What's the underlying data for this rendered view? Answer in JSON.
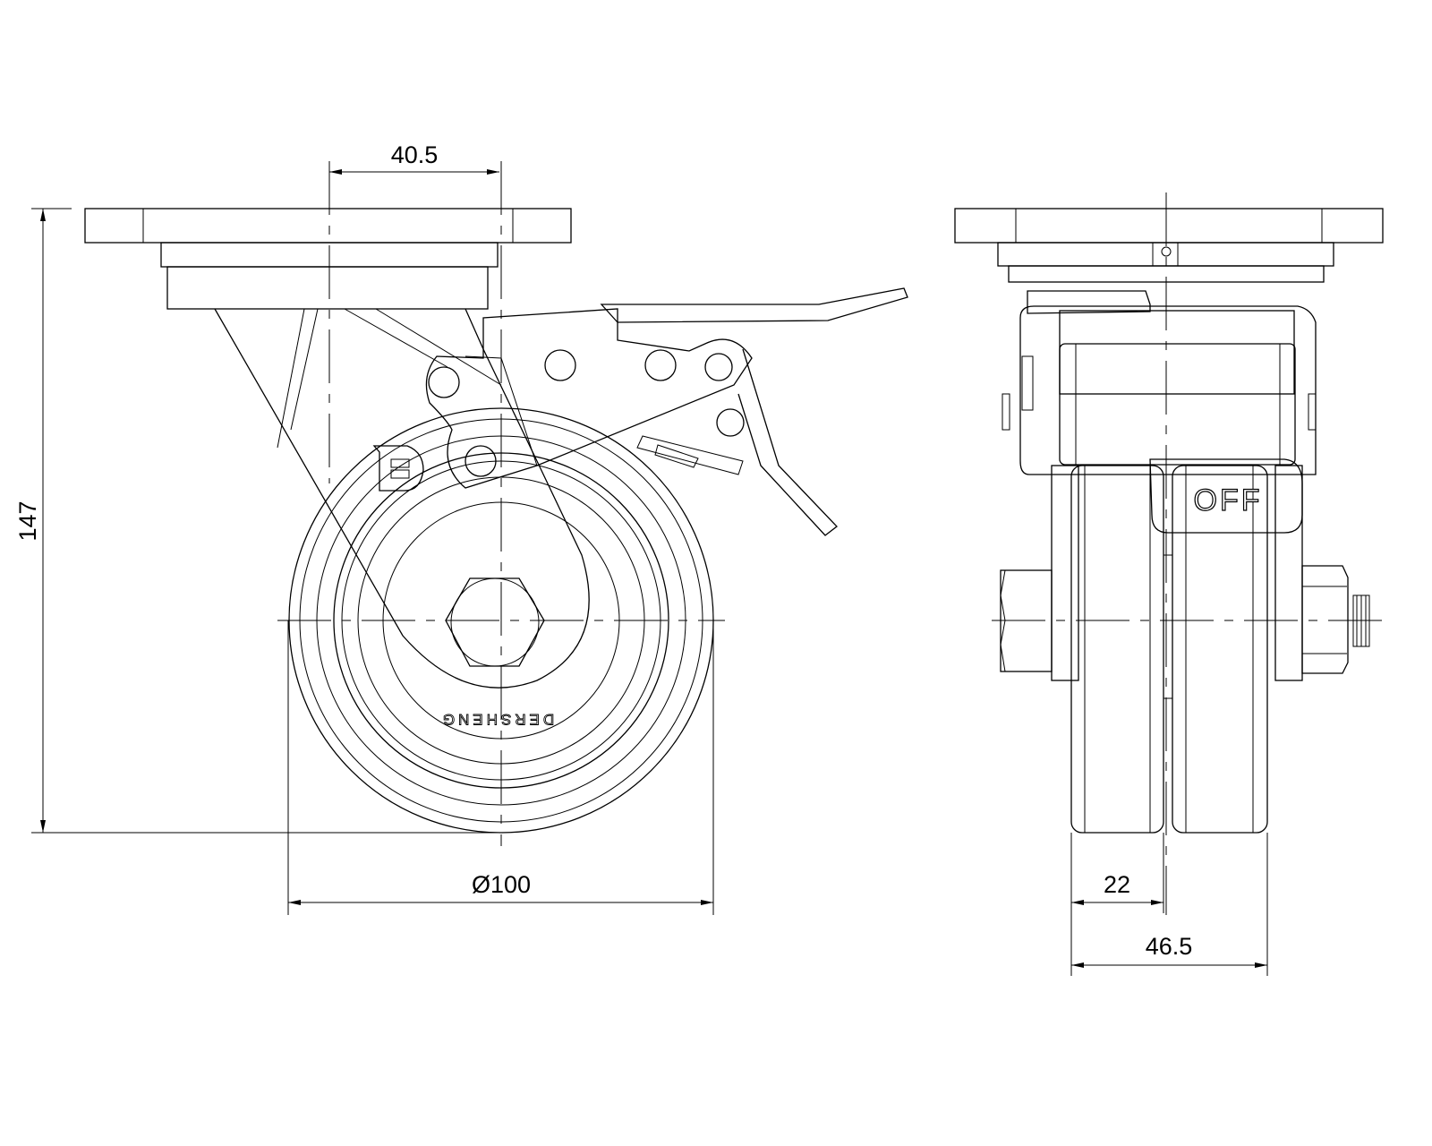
{
  "drawing": {
    "title": "Swivel castor with brake, twin wheel",
    "dimensions": {
      "offset": "40.5",
      "height": "147",
      "wheel_diameter": "Ø100",
      "wheel_width": "22",
      "overall_width": "46.5"
    },
    "labels": {
      "brake_state": "OFF",
      "brand": "DERSHENG",
      "logo_letter": "D"
    },
    "colors": {
      "line": "#000000",
      "background": "#ffffff"
    }
  }
}
